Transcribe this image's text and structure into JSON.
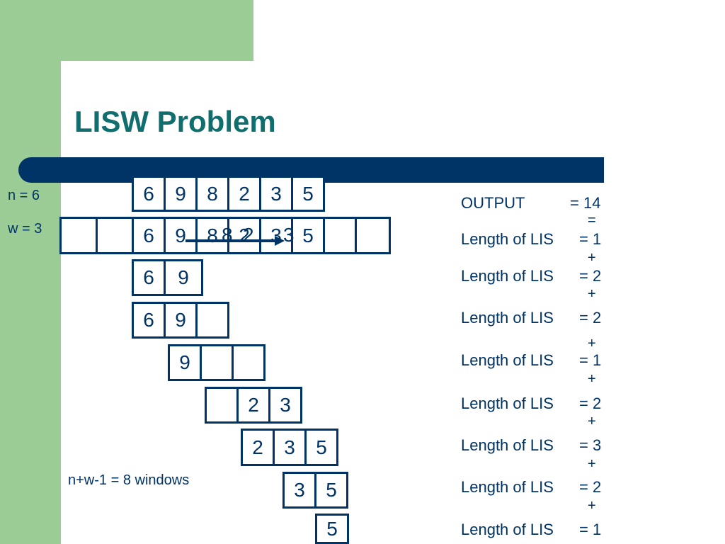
{
  "title": "LISW Problem",
  "params": {
    "n": "n = 6",
    "w": "w = 3"
  },
  "windows_note": "n+w-1 = 8 windows",
  "sequence": [
    "6",
    "9",
    "8",
    "2",
    "3",
    "5"
  ],
  "padded_sequence": [
    "",
    "",
    "6",
    "9",
    "8",
    "2",
    "3",
    "5",
    "",
    ""
  ],
  "ghost_labels": [
    "8",
    "2",
    "3"
  ],
  "windows": [
    [
      "6",
      "9"
    ],
    [
      "6",
      "9",
      ""
    ],
    [
      "9",
      "",
      ""
    ],
    [
      "",
      "2",
      "3"
    ],
    [
      "2",
      "3",
      "5"
    ],
    [
      "3",
      "5"
    ],
    [
      "5"
    ]
  ],
  "output": {
    "label": "OUTPUT",
    "value": "= 14"
  },
  "lis_label": "Length of LIS",
  "lis_values": [
    "= 1",
    "= 2",
    "= 2",
    "= 1",
    "= 2",
    "= 3",
    "= 2",
    "= 1"
  ],
  "operators": [
    "=",
    "+",
    "+",
    "+",
    "+",
    "+",
    "+",
    "+"
  ],
  "colors": {
    "green": "#9ccc96",
    "navy": "#003366",
    "title": "#106e6e"
  }
}
